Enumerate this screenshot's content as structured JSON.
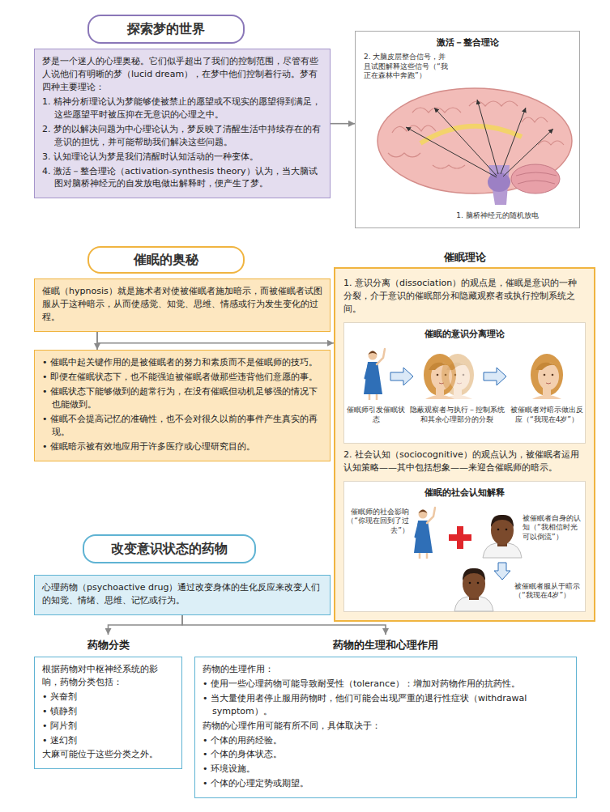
{
  "diagram": {
    "nodes": [
      {
        "text": [
          "探索梦的世界"
        ]
      },
      {
        "text": [
          "梦是一个迷人的心理奥秘。它们似乎超出了我们的控制范围，尽管有些人说他们有明晰的梦（lucid dream），在梦中他们控制着行动。梦有四种主要理论：",
          "1. 精神分析理论认为梦能够使被禁止的愿望或不现实的愿望得到满足，这些愿望平时被压抑在无意识的心理之中。",
          "2. 梦的以解决问题为中心理论认为，梦反映了清醒生活中持续存在的有意识的担忧，并可能帮助我们解决这些问题。",
          "3. 认知理论认为梦是我们清醒时认知活动的一种变体。",
          "4. 激活－整合理论（activation-synthesis theory）认为，当大脑试图对脑桥神经元的自发放电做出解释时，便产生了梦。"
        ]
      },
      {
        "text": [
          "激活－整合理论"
        ]
      },
      {
        "text": [
          "催眠的奥秘"
        ]
      },
      {
        "text": [
          "催眠（hypnosis）就是施术者对使被催眠者施加暗示，而被催眠者试图服从于这种暗示，从而使感觉、知觉、思维、情感或行为发生变化的过程。"
        ]
      },
      {
        "text": [
          "• 催眠中起关键作用的是被催眠者的努力和素质而不是催眠师的技巧。",
          "• 即便在催眠状态下，也不能强迫被催眠者做那些违背他们意愿的事。",
          "• 催眠状态下能够做到的超常行为，在没有催眠但动机足够强的情况下也能做到。",
          "• 催眠不会提高记忆的准确性，也不会对很久以前的事件产生真实的再现。",
          "• 催眠暗示被有效地应用于许多医疗或心理研究目的。"
        ]
      },
      {
        "text": [
          "催眠理论",
          "1. 意识分离（dissociation）的观点是，催眠是意识的一种分裂，介于意识的催眠部分和隐藏观察者或执行控制系统之间。",
          "2. 社会认知（sociocognitive）的观点认为，被催眠者运用认知策略——其中包括想象——来迎合催眠师的暗示。"
        ]
      },
      {
        "text": [
          "催眠的意识分离理论"
        ],
        "in": 6
      },
      {
        "text": [
          "催眠的社会认知解释"
        ],
        "in": 6
      },
      {
        "text": [
          "改变意识状态的药物"
        ]
      },
      {
        "text": [
          "心理药物（psychoactive drug）通过改变身体的生化反应来改变人们的知觉、情绪、思维、记忆或行为。"
        ]
      },
      {
        "text": [
          "药物分类",
          "根据药物对中枢神经系统的影响，药物分类包括：",
          "• 兴奋剂",
          "• 镇静剂",
          "• 阿片剂",
          "• 迷幻剂",
          "大麻可能位于这些分类之外。"
        ]
      },
      {
        "text": [
          "药物的生理和心理作用",
          "药物的生理作用：",
          "• 使用一些心理药物可能导致耐受性（tolerance）：增加对药物作用的抗药性。",
          "• 当大量使用者停止服用药物时，他们可能会出现严重的退行性症状（withdrawal symptom）。",
          "药物的心理作用可能有所不同，具体取决于：",
          "• 个体的用药经验。",
          "• 个体的身体状态。",
          "• 环境设施。",
          "• 个体的心理定势或期望。"
        ]
      }
    ],
    "edges": [
      {
        "from": 1,
        "to": 2,
        "arrow": "to"
      },
      {
        "from": 4,
        "to": 5,
        "arrow": "to"
      },
      {
        "from": 4,
        "to": 6,
        "arrow": "to"
      },
      {
        "from": 10,
        "to": 11,
        "arrow": "to"
      },
      {
        "from": 10,
        "to": 12,
        "arrow": "to"
      }
    ],
    "labels": [
      "2. 大脑皮层整合信号，并且试图解释这些信号（“我正在森林中奔跑”）",
      "1. 脑桥神经元的随机放电",
      "催眠师引发催眠状态",
      "隐蔽观察者与执行－控制系统和其余心理部分的分裂",
      "被催眠者对暗示做出反应（“我现在4岁”）",
      "催眠师的社会影响（“你现在回到了过去”）",
      "被催眠者自身的认知（“我相信时光可以倒流”）",
      "被催眠者服从于暗示（“我现在4岁”）"
    ]
  }
}
